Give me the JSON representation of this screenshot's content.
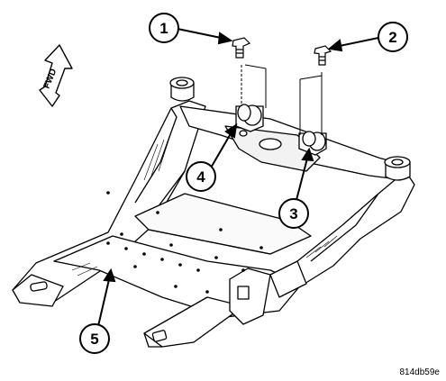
{
  "figure": {
    "reference_code": "814db59e",
    "direction_label": "FWD",
    "callouts": [
      {
        "number": "1"
      },
      {
        "number": "2"
      },
      {
        "number": "3"
      },
      {
        "number": "4"
      },
      {
        "number": "5"
      }
    ]
  },
  "colors": {
    "line": "#000000",
    "background": "#ffffff",
    "shading": "#d9d9d9"
  }
}
